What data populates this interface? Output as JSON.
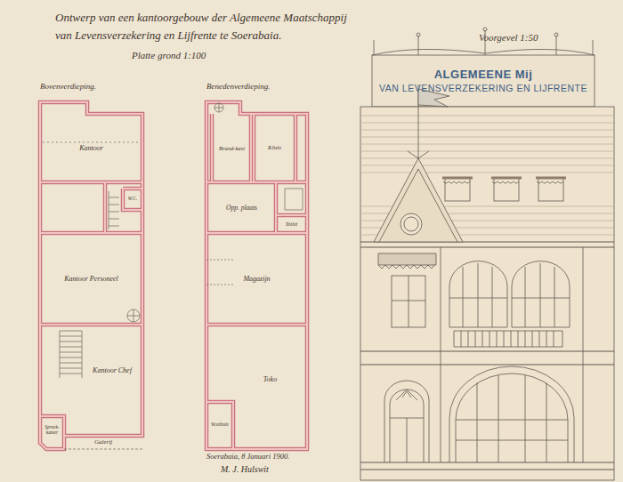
{
  "diagram": {
    "title": "Ontwerp van een kantoorgebouw der Algemeene Maatschappij van Levensverzekering en Lijfrente te Soerabaia.",
    "nodes": [
      {
        "text": [
          "Bovenverdieping."
        ]
      },
      {
        "text": [
          "Kantoor"
        ],
        "in": 0
      },
      {
        "text": [
          "W.C."
        ],
        "in": 0
      },
      {
        "text": [
          "Kantoor Personeel"
        ],
        "in": 0
      },
      {
        "text": [
          "Kantoor Chef"
        ],
        "in": 0
      },
      {
        "text": [
          "Spreek-kamer"
        ],
        "in": 0
      },
      {
        "text": [
          "Galerij"
        ],
        "in": 0
      },
      {
        "text": [
          "Benedenverdieping."
        ]
      },
      {
        "text": [
          "Brand-kast"
        ],
        "in": 7
      },
      {
        "text": [
          "Kluis"
        ],
        "in": 7
      },
      {
        "text": [
          "Opp. plaats"
        ],
        "in": 7
      },
      {
        "text": [
          "Toilet"
        ],
        "in": 7
      },
      {
        "text": [
          "Magazijn"
        ],
        "in": 7
      },
      {
        "text": [
          "Toko"
        ],
        "in": 7
      },
      {
        "text": [
          "Vestibule"
        ],
        "in": 7
      },
      {
        "text": [
          "ALGEMEENE Mij",
          "VAN LEVENSVERZEKERING EN LIJFRENTE"
        ]
      }
    ],
    "labels": [
      "Platte grond 1:100",
      "Voorgevel 1:50",
      "Soerabaia, 8 Januari 1900.",
      "M. J. Hulswit"
    ]
  }
}
